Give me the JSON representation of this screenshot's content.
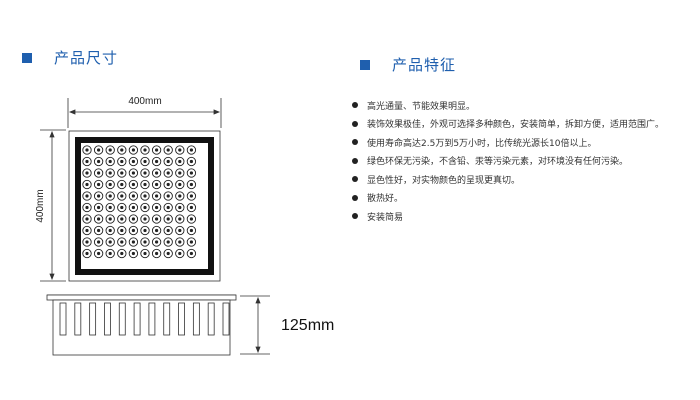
{
  "size_section": {
    "title": "产品尺寸"
  },
  "feature_section": {
    "title": "产品特征"
  },
  "features": [
    "高光通量、节能效果明显。",
    "装饰效果极佳，外观可选择多种颜色，安装简单，拆卸方便，适用范围广。",
    "使用寿命高达2.5万到5万小时，比传统光源长10倍以上。",
    "绿色环保无污染，不含铅、汞等污染元素，对环境没有任何污染。",
    "显色性好，对实物颜色的呈现更真切。",
    "散热好。",
    "安装简易"
  ],
  "dimensions": {
    "width": "400mm",
    "height": "400mm",
    "depth": "125mm"
  },
  "diagram": {
    "led_grid": {
      "rows": 10,
      "cols": 10
    },
    "heatsink_fins": 12
  },
  "colors": {
    "accent": "#1f5fae",
    "frame": "#111111"
  }
}
